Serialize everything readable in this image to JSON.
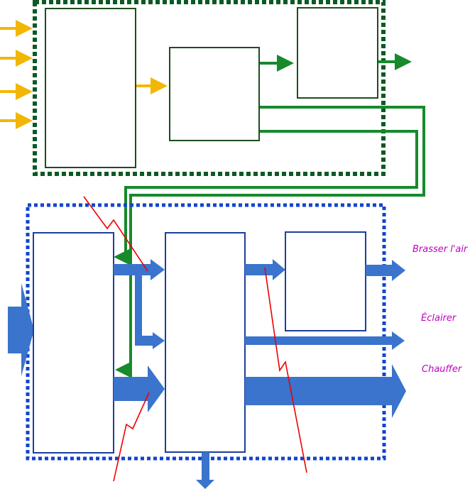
{
  "colors": {
    "control_frame": "#0b5a24",
    "control_box": "#1e4d1e",
    "yellow_arrow": "#f2b705",
    "green_arrow": "#178a2c",
    "power_frame": "#1245cf",
    "power_box": "#1c3f9c",
    "blue_arrow": "#3a74cc",
    "fault_line": "#ee0000",
    "label_text": "#c000c0"
  },
  "outputs": {
    "stir_air": "Brasser l'air",
    "light": "Éclairer",
    "heat": "Chauffer"
  },
  "icons": {
    "yellow_inputs": "arrow-right-icon",
    "green_signals": "arrow-right-icon",
    "blue_flows": "arrow-right-icon"
  }
}
